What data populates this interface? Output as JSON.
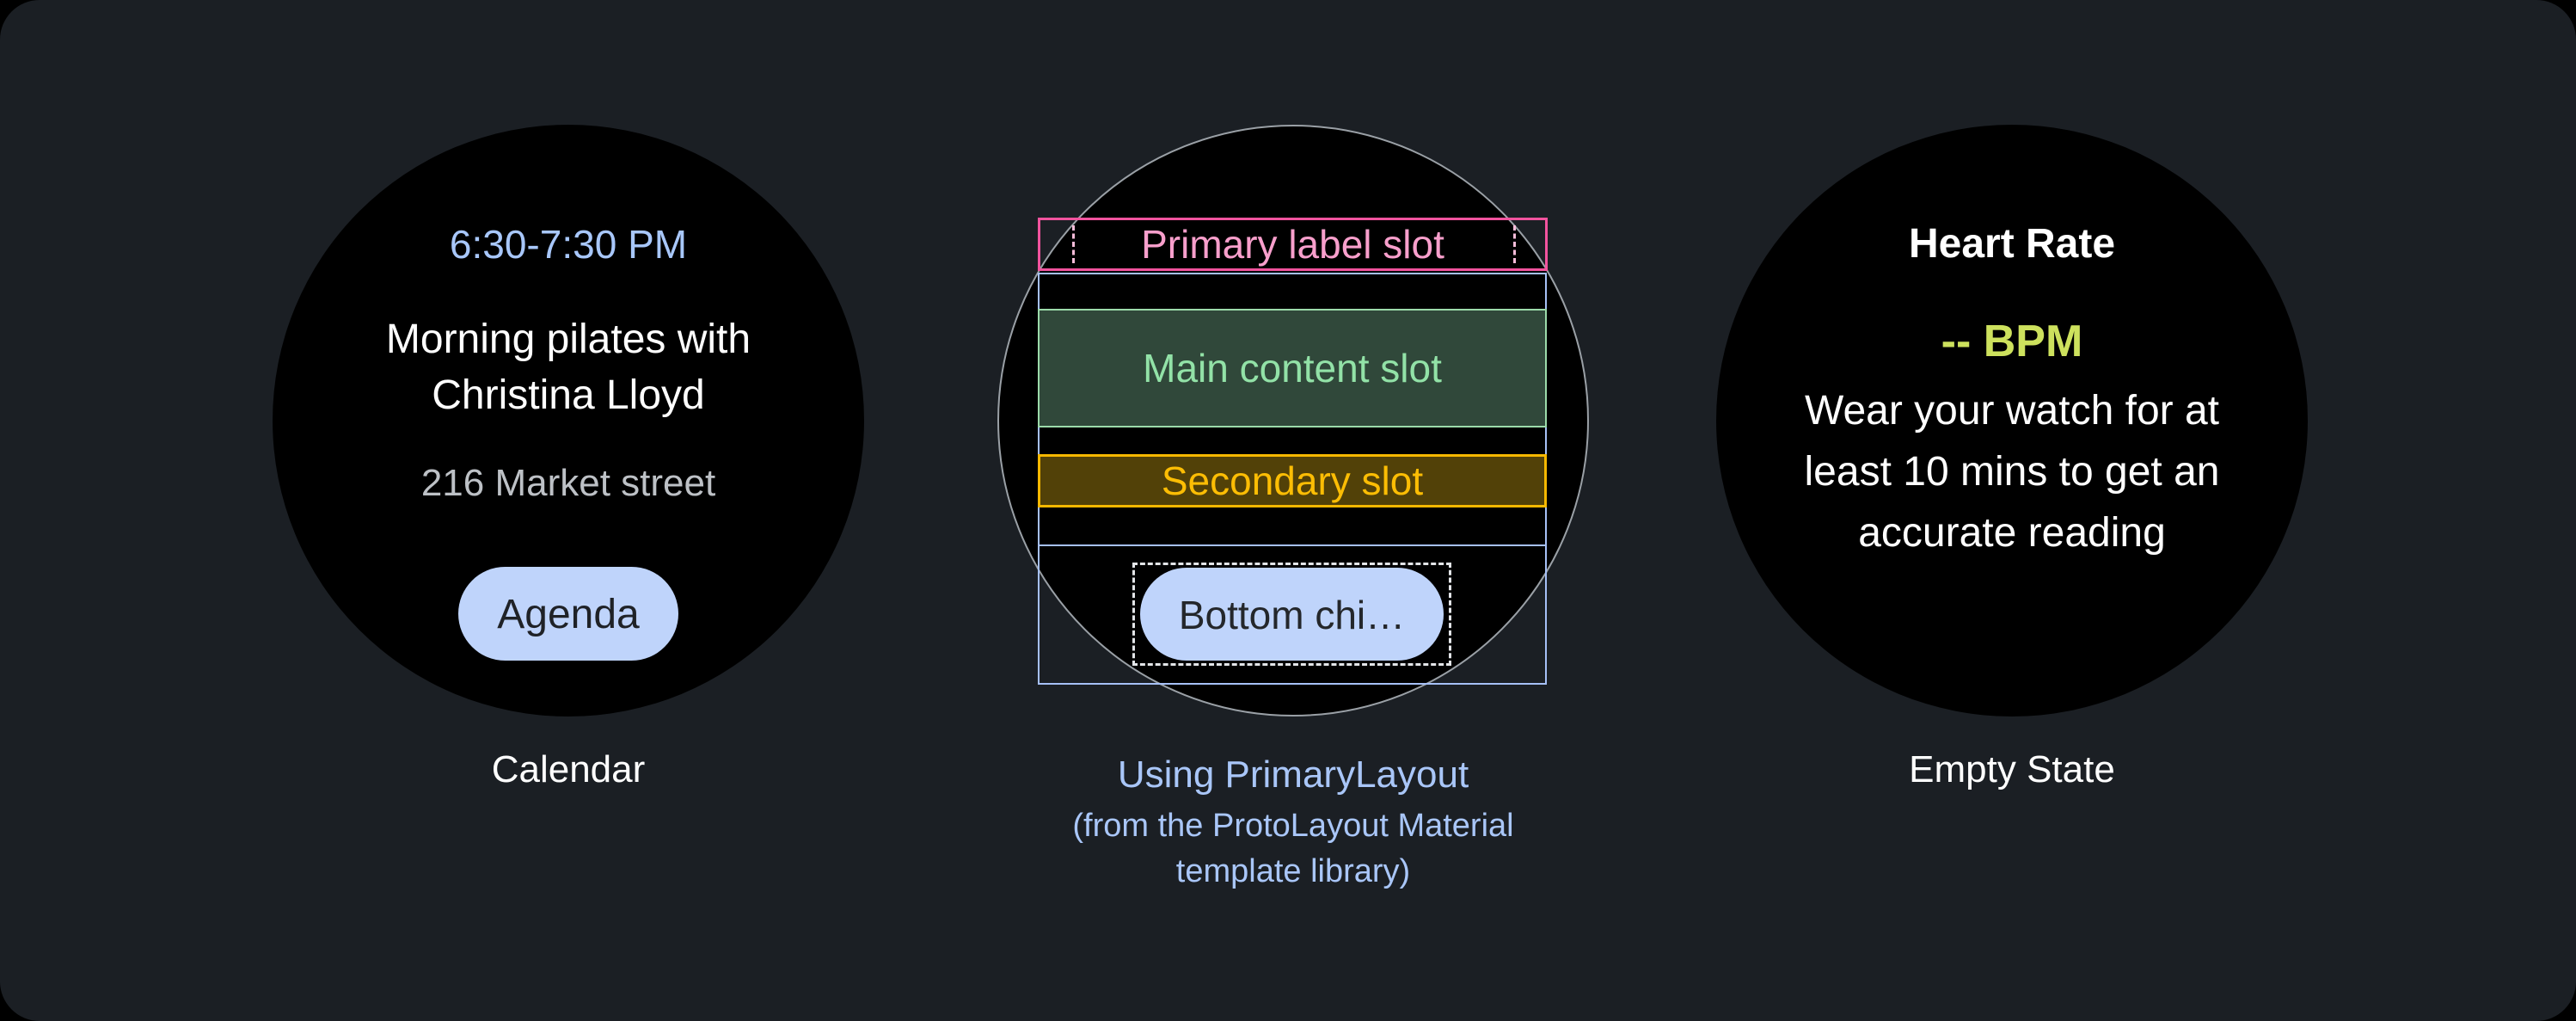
{
  "calendar_watch": {
    "time": "6:30-7:30 PM",
    "title": "Morning pilates with\nChristina Lloyd",
    "location": "216 Market street",
    "button_label": "Agenda",
    "caption": "Calendar"
  },
  "layout_diagram": {
    "primary_label_slot": "Primary label slot",
    "main_content_slot": "Main content slot",
    "secondary_slot": "Secondary slot",
    "bottom_chip_label": "Bottom chi…",
    "caption_title": "Using PrimaryLayout",
    "caption_subtitle": "(from the ProtoLayout Material\ntemplate library)"
  },
  "heart_rate_watch": {
    "title": "Heart Rate",
    "value": "-- BPM",
    "message": "Wear your watch for at\nleast 10 mins to get an\naccurate reading",
    "caption": "Empty State"
  },
  "colors": {
    "page_bg": "#000000",
    "panel_bg": "#1b1f24",
    "watch_bg": "#000000",
    "watch_outline": "#9aa0a6",
    "time_blue": "#a8c7fa",
    "muted_gray": "#bdc1c6",
    "button_blue": "#bfd4fb",
    "button_text": "#1f2227",
    "pink_border": "#f2539e",
    "pink_text": "#f89fcc",
    "green_fill": "#30483a",
    "green_border": "#9cdbaa",
    "green_text": "#92e2a7",
    "amber_fill": "#524108",
    "amber_border": "#f7b800",
    "amber_text": "#fcbd04",
    "blue_outline": "#a6c0f6",
    "caption_blue": "#a9c6f8",
    "lime_value": "#cde15d",
    "marquee_white": "#e3e5e8"
  }
}
